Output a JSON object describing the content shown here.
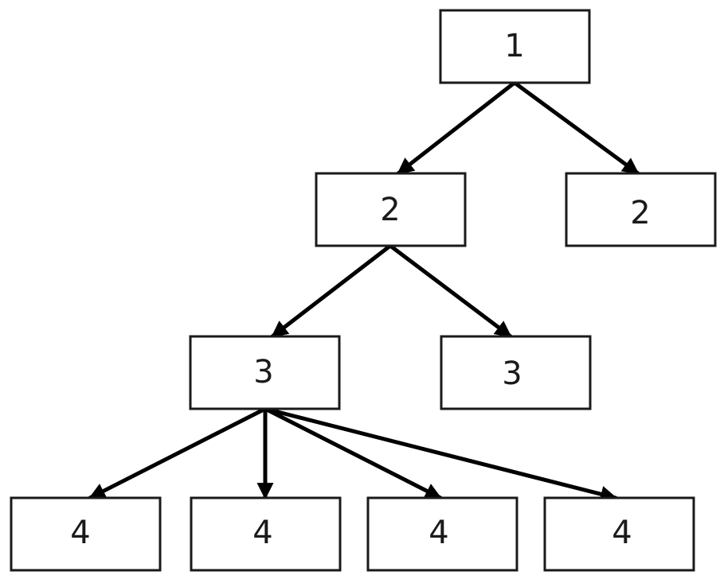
{
  "nodes": [
    {
      "id": "n1",
      "label": "1"
    },
    {
      "id": "n2a",
      "label": "2"
    },
    {
      "id": "n2b",
      "label": "2"
    },
    {
      "id": "n3a",
      "label": "3"
    },
    {
      "id": "n3b",
      "label": "3"
    },
    {
      "id": "n4a",
      "label": "4"
    },
    {
      "id": "n4b",
      "label": "4"
    },
    {
      "id": "n4c",
      "label": "4"
    },
    {
      "id": "n4d",
      "label": "4"
    }
  ],
  "edges": [
    {
      "from": "n1",
      "to": "n2a"
    },
    {
      "from": "n1",
      "to": "n2b"
    },
    {
      "from": "n2a",
      "to": "n3a"
    },
    {
      "from": "n2a",
      "to": "n3b"
    },
    {
      "from": "n3a",
      "to": "n4a"
    },
    {
      "from": "n3a",
      "to": "n4b"
    },
    {
      "from": "n3a",
      "to": "n4c"
    },
    {
      "from": "n3a",
      "to": "n4d"
    }
  ],
  "colors": {
    "stroke": "#1a1a1a",
    "edge": "#000000",
    "background": "#ffffff"
  }
}
